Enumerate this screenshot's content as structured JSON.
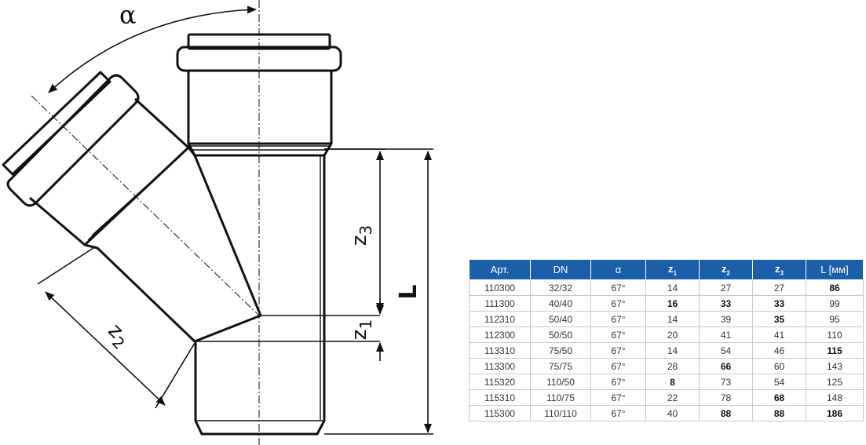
{
  "diagram": {
    "labels": {
      "alpha": "α",
      "z1": "z",
      "z1_sub": "1",
      "z2": "z",
      "z2_sub": "2",
      "z3": "z",
      "z3_sub": "3",
      "length": "L"
    },
    "colors": {
      "line": "#111111",
      "header_bg": "#1b5fa8"
    }
  },
  "table": {
    "headers": [
      "Арт.",
      "DN",
      "α",
      "z",
      "z",
      "z",
      "L [мм]"
    ],
    "header_subs": [
      "",
      "",
      "",
      "1",
      "2",
      "3",
      ""
    ],
    "rows": [
      [
        "110300",
        "32/32",
        "67°",
        "14",
        "27",
        "27",
        "86"
      ],
      [
        "111300",
        "40/40",
        "67°",
        "16",
        "33",
        "33",
        "99"
      ],
      [
        "112310",
        "50/40",
        "67°",
        "14",
        "39",
        "35",
        "95"
      ],
      [
        "112300",
        "50/50",
        "67°",
        "20",
        "41",
        "41",
        "110"
      ],
      [
        "113310",
        "75/50",
        "67°",
        "14",
        "54",
        "46",
        "115"
      ],
      [
        "113300",
        "75/75",
        "67°",
        "28",
        "66",
        "60",
        "143"
      ],
      [
        "115320",
        "110/50",
        "67°",
        "8",
        "73",
        "54",
        "125"
      ],
      [
        "115310",
        "110/75",
        "67°",
        "22",
        "78",
        "68",
        "148"
      ],
      [
        "115300",
        "110/110",
        "67°",
        "40",
        "88",
        "88",
        "186"
      ]
    ],
    "bold_cells": [
      [
        0,
        6
      ],
      [
        1,
        3
      ],
      [
        1,
        4
      ],
      [
        1,
        5
      ],
      [
        2,
        5
      ],
      [
        4,
        6
      ],
      [
        5,
        4
      ],
      [
        6,
        3
      ],
      [
        7,
        5
      ],
      [
        8,
        4
      ],
      [
        8,
        5
      ],
      [
        8,
        6
      ]
    ]
  }
}
